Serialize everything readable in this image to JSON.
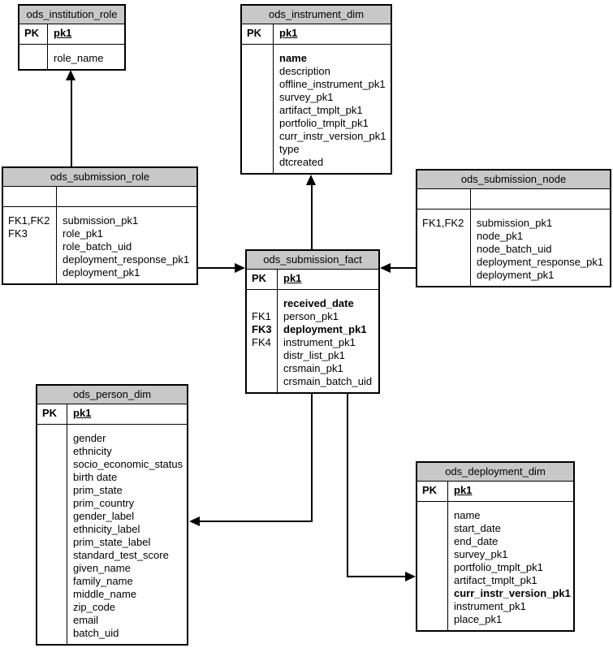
{
  "diagram": {
    "type": "entity-relationship",
    "colors": {
      "header_bg": "#c8c8c8",
      "border": "#000000",
      "background": "#ffffff",
      "text": "#000000"
    },
    "tables": [
      {
        "title": "ods_institution_role",
        "pk_rows": [
          {
            "k": "PK",
            "kb": true,
            "f": "pk1",
            "fb": true,
            "fu": true
          }
        ],
        "rows": [
          {
            "k": "",
            "f": "role_name"
          }
        ]
      },
      {
        "title": "ods_instrument_dim",
        "pk_rows": [
          {
            "k": "PK",
            "kb": true,
            "f": "pk1",
            "fb": true,
            "fu": true
          }
        ],
        "rows": [
          {
            "k": "",
            "f": "name",
            "fb": true
          },
          {
            "k": "",
            "f": "description"
          },
          {
            "k": "",
            "f": "offline_instrument_pk1"
          },
          {
            "k": "",
            "f": "survey_pk1"
          },
          {
            "k": "",
            "f": "artifact_tmplt_pk1"
          },
          {
            "k": "",
            "f": "portfolio_tmplt_pk1"
          },
          {
            "k": "",
            "f": "curr_instr_version_pk1"
          },
          {
            "k": "",
            "f": "type"
          },
          {
            "k": "",
            "f": "dtcreated"
          }
        ]
      },
      {
        "title": "ods_submission_role",
        "pk_rows": [],
        "rows": [
          {
            "k": "FK1,FK2",
            "f": "submission_pk1"
          },
          {
            "k": "FK3",
            "f": "role_pk1"
          },
          {
            "k": "",
            "f": "role_batch_uid"
          },
          {
            "k": "",
            "f": "deployment_response_pk1"
          },
          {
            "k": "",
            "f": "deployment_pk1"
          }
        ]
      },
      {
        "title": "ods_submission_node",
        "pk_rows": [],
        "rows": [
          {
            "k": "FK1,FK2",
            "f": "submission_pk1"
          },
          {
            "k": "",
            "f": "node_pk1"
          },
          {
            "k": "",
            "f": "node_batch_uid"
          },
          {
            "k": "",
            "f": "deployment_response_pk1"
          },
          {
            "k": "",
            "f": "deployment_pk1"
          }
        ]
      },
      {
        "title": "ods_submission_fact",
        "pk_rows": [
          {
            "k": "PK",
            "kb": true,
            "f": "pk1",
            "fb": true,
            "fu": true
          }
        ],
        "rows": [
          {
            "k": "",
            "f": "received_date",
            "fb": true
          },
          {
            "k": "FK1",
            "f": "person_pk1"
          },
          {
            "k": "FK3",
            "kb": true,
            "f": "deployment_pk1",
            "fb": true
          },
          {
            "k": "FK4",
            "f": "instrument_pk1"
          },
          {
            "k": "",
            "f": "distr_list_pk1"
          },
          {
            "k": "",
            "f": "crsmain_pk1"
          },
          {
            "k": "",
            "f": "crsmain_batch_uid"
          }
        ]
      },
      {
        "title": "ods_person_dim",
        "pk_rows": [
          {
            "k": "PK",
            "kb": true,
            "f": "pk1",
            "fb": true,
            "fu": true
          }
        ],
        "rows": [
          {
            "k": "",
            "f": "gender"
          },
          {
            "k": "",
            "f": "ethnicity"
          },
          {
            "k": "",
            "f": "socio_economic_status"
          },
          {
            "k": "",
            "f": "birth date"
          },
          {
            "k": "",
            "f": "prim_state"
          },
          {
            "k": "",
            "f": "prim_country"
          },
          {
            "k": "",
            "f": "gender_label"
          },
          {
            "k": "",
            "f": "ethnicity_label"
          },
          {
            "k": "",
            "f": "prim_state_label"
          },
          {
            "k": "",
            "f": "standard_test_score"
          },
          {
            "k": "",
            "f": "given_name"
          },
          {
            "k": "",
            "f": "family_name"
          },
          {
            "k": "",
            "f": "middle_name"
          },
          {
            "k": "",
            "f": "zip_code"
          },
          {
            "k": "",
            "f": "email"
          },
          {
            "k": "",
            "f": "batch_uid"
          }
        ]
      },
      {
        "title": "ods_deployment_dim",
        "pk_rows": [
          {
            "k": "PK",
            "kb": true,
            "f": "pk1",
            "fb": true,
            "fu": true
          }
        ],
        "rows": [
          {
            "k": "",
            "f": "name"
          },
          {
            "k": "",
            "f": "start_date"
          },
          {
            "k": "",
            "f": "end_date"
          },
          {
            "k": "",
            "f": "survey_pk1"
          },
          {
            "k": "",
            "f": "portfolio_tmplt_pk1"
          },
          {
            "k": "",
            "f": "artifact_tmplt_pk1"
          },
          {
            "k": "",
            "f": "curr_instr_version_pk1",
            "fb": true
          },
          {
            "k": "",
            "f": "instrument_pk1"
          },
          {
            "k": "",
            "f": "place_pk1"
          }
        ]
      }
    ],
    "connectors": [
      {
        "from": "ods_submission_role",
        "to": "ods_institution_role"
      },
      {
        "from": "ods_submission_fact",
        "to": "ods_instrument_dim"
      },
      {
        "from": "ods_submission_role",
        "to": "ods_submission_fact"
      },
      {
        "from": "ods_submission_node",
        "to": "ods_submission_fact"
      },
      {
        "from": "ods_submission_fact",
        "to": "ods_person_dim"
      },
      {
        "from": "ods_submission_fact",
        "to": "ods_deployment_dim"
      }
    ]
  }
}
